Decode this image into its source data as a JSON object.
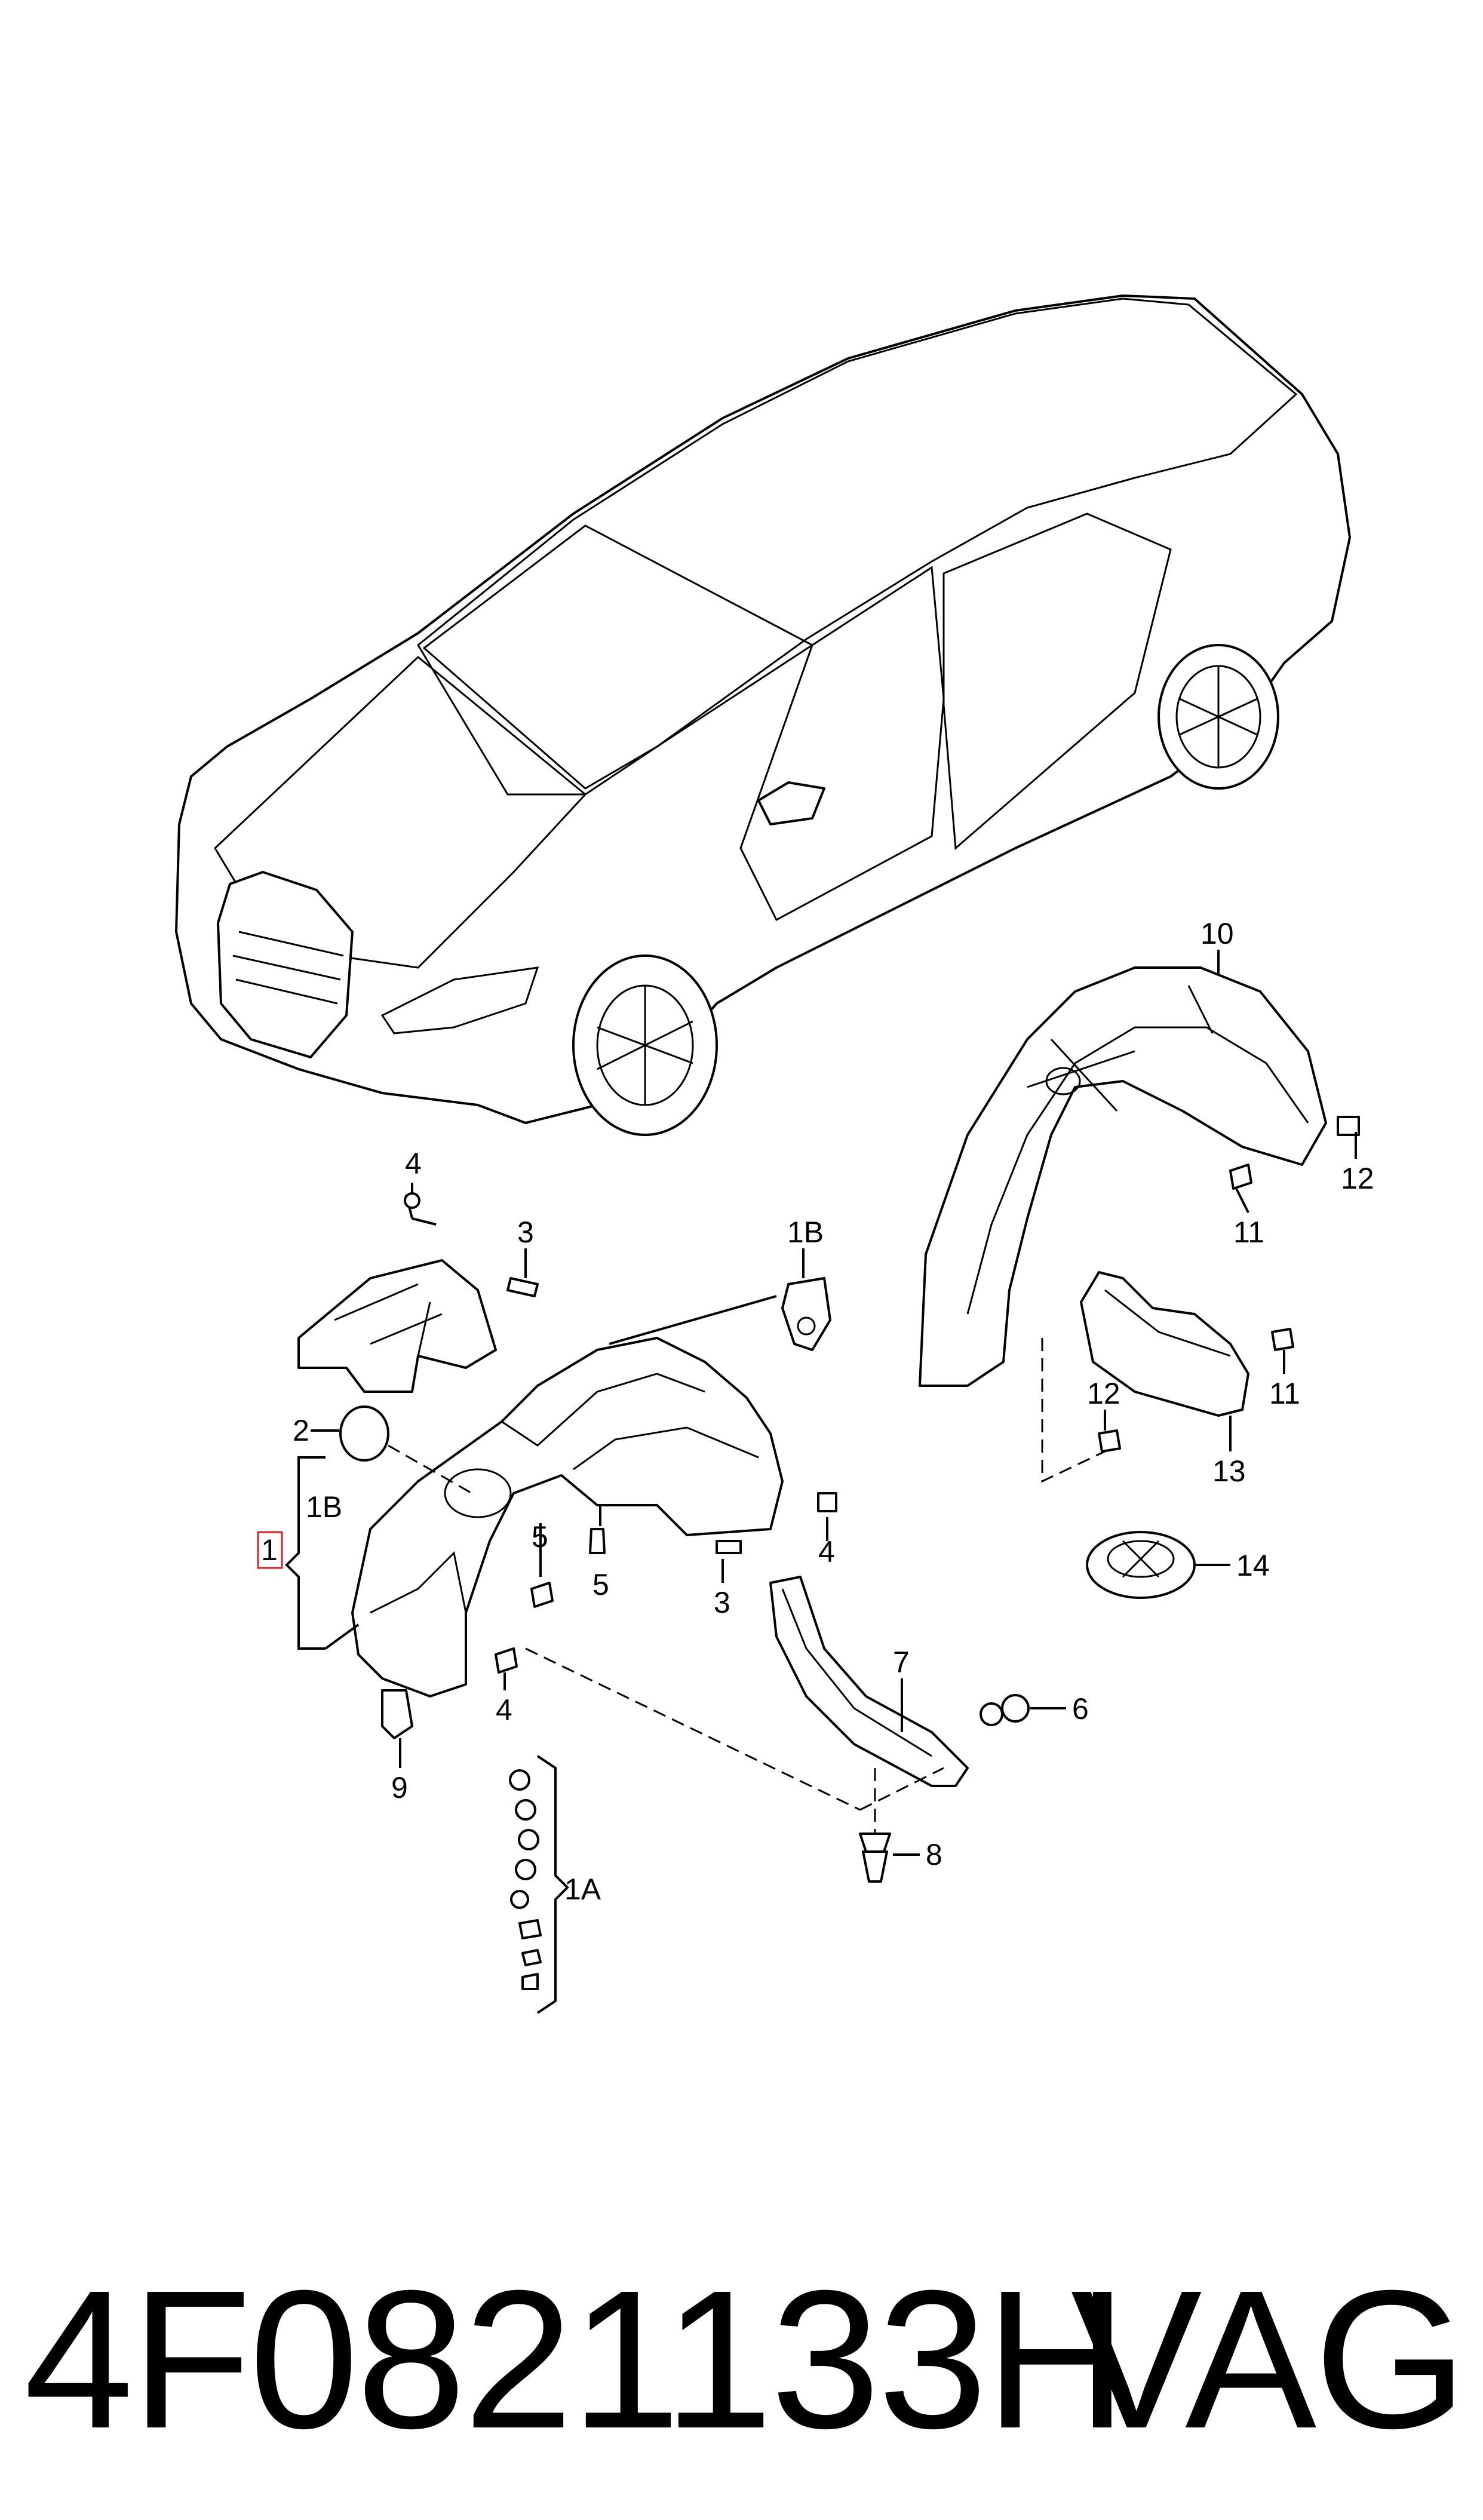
{
  "labels": {
    "p1": "1",
    "p1a": "1A",
    "p1b_left": "1B",
    "p1b_top": "1B",
    "p2": "2",
    "p3_top": "3",
    "p3_mid": "3",
    "p4_top": "4",
    "p4_right": "4",
    "p4_bottom": "4",
    "p5_a": "5",
    "p5_b": "5",
    "p6": "6",
    "p7": "7",
    "p8": "8",
    "p9": "9",
    "p10": "10",
    "p11_a": "11",
    "p11_b": "11",
    "p12_a": "12",
    "p12_b": "12",
    "p13": "13",
    "p14": "14"
  },
  "footer": {
    "part_number": "4F0821133H",
    "brand": "VAG"
  },
  "colors": {
    "highlight": "#d4202c",
    "line": "#000000",
    "background": "#ffffff"
  }
}
